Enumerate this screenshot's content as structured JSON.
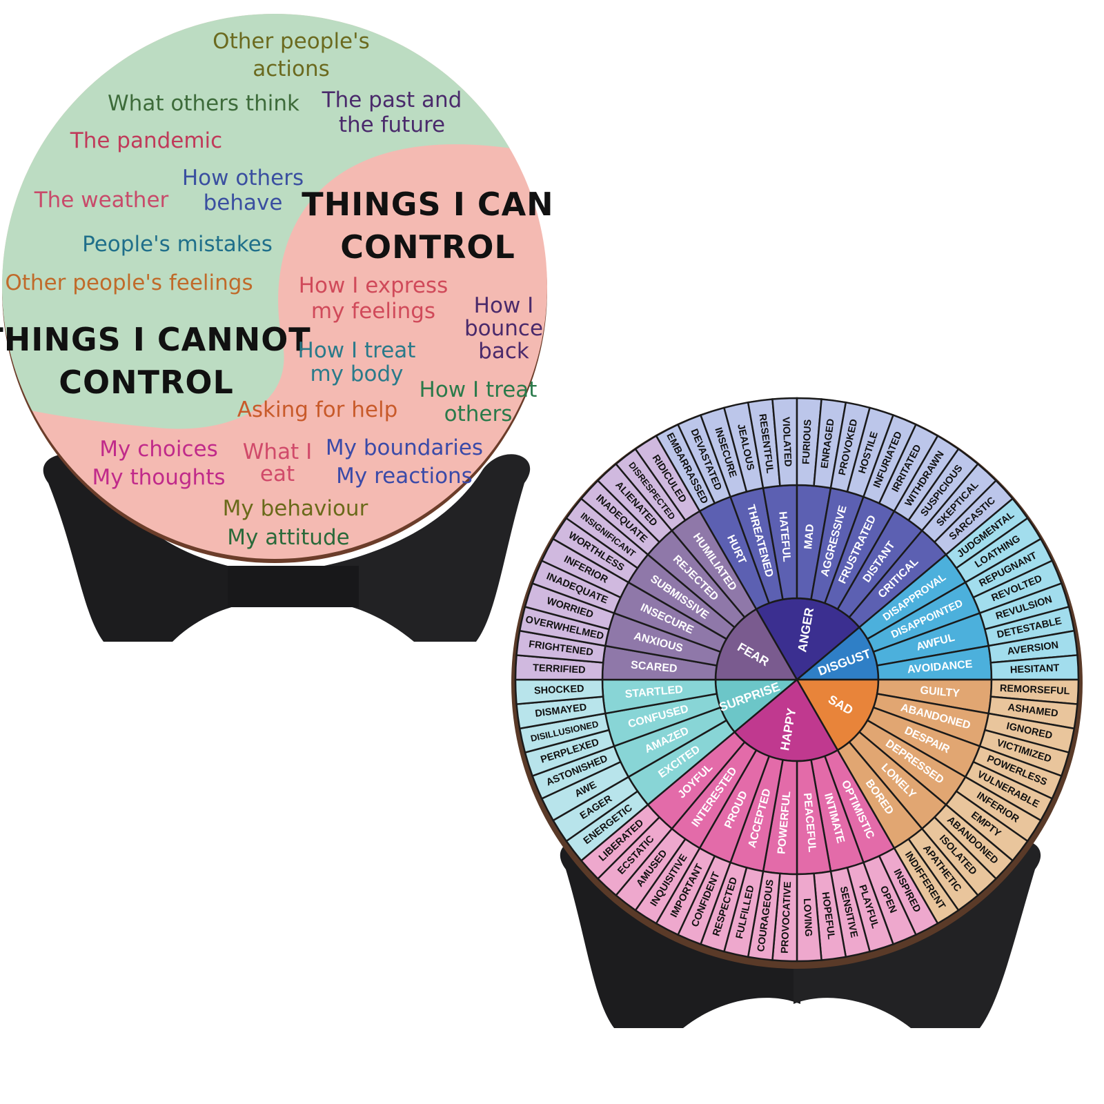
{
  "left_plaque": {
    "colors": {
      "outside_area": "#bcdcc2",
      "inside_area": "#f4bab2",
      "heading": "#111111"
    },
    "cannot_heading": [
      "THINGS I CANNOT",
      "CONTROL"
    ],
    "can_heading": [
      "THINGS I CAN",
      "CONTROL"
    ],
    "cannot_items": [
      {
        "lines": [
          "Other people's",
          "actions"
        ],
        "color": "#6b6a1f"
      },
      {
        "lines": [
          "What others think"
        ],
        "color": "#3d6b3a"
      },
      {
        "lines": [
          "The past and",
          "the future"
        ],
        "color": "#4a2a6b"
      },
      {
        "lines": [
          "The pandemic"
        ],
        "color": "#c03a5a"
      },
      {
        "lines": [
          "How others",
          "behave"
        ],
        "color": "#3a4fa0"
      },
      {
        "lines": [
          "The weather"
        ],
        "color": "#c84a6a"
      },
      {
        "lines": [
          "People's mistakes"
        ],
        "color": "#1f6f8a"
      },
      {
        "lines": [
          "Other people's feelings"
        ],
        "color": "#c06a2a"
      }
    ],
    "can_items": [
      {
        "lines": [
          "How I express",
          "my feelings"
        ],
        "color": "#d04a5a"
      },
      {
        "lines": [
          "How I",
          "bounce",
          "back"
        ],
        "color": "#4a2a6b"
      },
      {
        "lines": [
          "How I treat",
          "my body"
        ],
        "color": "#2a7a8a"
      },
      {
        "lines": [
          "How I treat",
          "others"
        ],
        "color": "#2a7a4a"
      },
      {
        "lines": [
          "Asking for help"
        ],
        "color": "#c85a2a"
      },
      {
        "lines": [
          "My choices",
          "My thoughts"
        ],
        "color": "#c02a8a"
      },
      {
        "lines": [
          "What I",
          "eat"
        ],
        "color": "#d04a6a"
      },
      {
        "lines": [
          "My boundaries",
          "My reactions"
        ],
        "color": "#3a4aa8"
      },
      {
        "lines": [
          "My behaviour"
        ],
        "color": "#6a6a1a"
      },
      {
        "lines": [
          "My attitude"
        ],
        "color": "#2a6a3a"
      }
    ]
  },
  "feelings_wheel": {
    "sectors": [
      {
        "core": "ANGER",
        "colors": {
          "core": "#3b2f90",
          "middle": "#5c60b2",
          "outer": "#bcc6ea"
        },
        "middle": [
          "HURT",
          "THREATENED",
          "HATEFUL",
          "MAD",
          "AGGRESSIVE",
          "FRUSTRATED",
          "DISTANT",
          "CRITICAL"
        ],
        "outer": [
          "EMBARRASSED",
          "DEVASTATED",
          "INSECURE",
          "JEALOUS",
          "RESENTFUL",
          "VIOLATED",
          "FURIOUS",
          "ENRAGED",
          "PROVOKED",
          "HOSTILE",
          "INFURIATED",
          "IRRITATED",
          "WITHDRAWN",
          "SUSPICIOUS",
          "SKEPTICAL",
          "SARCASTIC"
        ]
      },
      {
        "core": "DISGUST",
        "colors": {
          "core": "#2f7fc6",
          "middle": "#4cb0dc",
          "outer": "#a2dded"
        },
        "middle": [
          "DISAPPROVAL",
          "DISAPPOINTED",
          "AWFUL",
          "AVOIDANCE"
        ],
        "outer": [
          "JUDGMENTAL",
          "LOATHING",
          "REPUGNANT",
          "REVOLTED",
          "REVULSION",
          "DETESTABLE",
          "AVERSION",
          "HESITANT"
        ]
      },
      {
        "core": "SAD",
        "colors": {
          "core": "#e8843a",
          "middle": "#e1a672",
          "outer": "#e9c59c"
        },
        "middle": [
          "GUILTY",
          "ABANDONED",
          "DESPAIR",
          "DEPRESSED",
          "LONELY",
          "BORED"
        ],
        "outer": [
          "REMORSEFUL",
          "ASHAMED",
          "IGNORED",
          "VICTIMIZED",
          "POWERLESS",
          "VULNERABLE",
          "INFERIOR",
          "EMPTY",
          "ABANDONED",
          "ISOLATED",
          "APATHETIC",
          "INDIFFERENT"
        ]
      },
      {
        "core": "HAPPY",
        "colors": {
          "core": "#c0398f",
          "middle": "#e36ba9",
          "outer": "#eea8cd"
        },
        "middle": [
          "OPTIMISTIC",
          "INTIMATE",
          "PEACEFUL",
          "POWERFUL",
          "ACCEPTED",
          "PROUD",
          "INTERESTED",
          "JOYFUL"
        ],
        "outer": [
          "INSPIRED",
          "OPEN",
          "PLAYFUL",
          "SENSITIVE",
          "HOPEFUL",
          "LOVING",
          "PROVOCATIVE",
          "COURAGEOUS",
          "FULFILLED",
          "RESPECTED",
          "CONFIDENT",
          "IMPORTANT",
          "INQUISITIVE",
          "AMUSED",
          "ECSTATIC",
          "LIBERATED"
        ]
      },
      {
        "core": "SURPRISE",
        "colors": {
          "core": "#6cc6c8",
          "middle": "#88d5d6",
          "outer": "#b8e4eb"
        },
        "middle": [
          "EXCITED",
          "AMAZED",
          "CONFUSED",
          "STARTLED"
        ],
        "outer": [
          "ENERGETIC",
          "EAGER",
          "AWE",
          "ASTONISHED",
          "PERPLEXED",
          "DISILLUSIONED",
          "DISMAYED",
          "SHOCKED"
        ]
      },
      {
        "core": "FEAR",
        "colors": {
          "core": "#7a5b8f",
          "middle": "#8f78a9",
          "outer": "#d0b9df"
        },
        "middle": [
          "SCARED",
          "ANXIOUS",
          "INSECURE",
          "SUBMISSIVE",
          "REJECTED",
          "HUMILIATED"
        ],
        "outer": [
          "TERRIFIED",
          "FRIGHTENED",
          "OVERWHELMED",
          "WORRIED",
          "INADEQUATE",
          "INFERIOR",
          "WORTHLESS",
          "INSIGNIFICANT",
          "INADEQUATE",
          "ALIENATED",
          "DISRESPECTED",
          "RIDICULED"
        ]
      }
    ]
  },
  "stand_color": "#1c1c1e"
}
